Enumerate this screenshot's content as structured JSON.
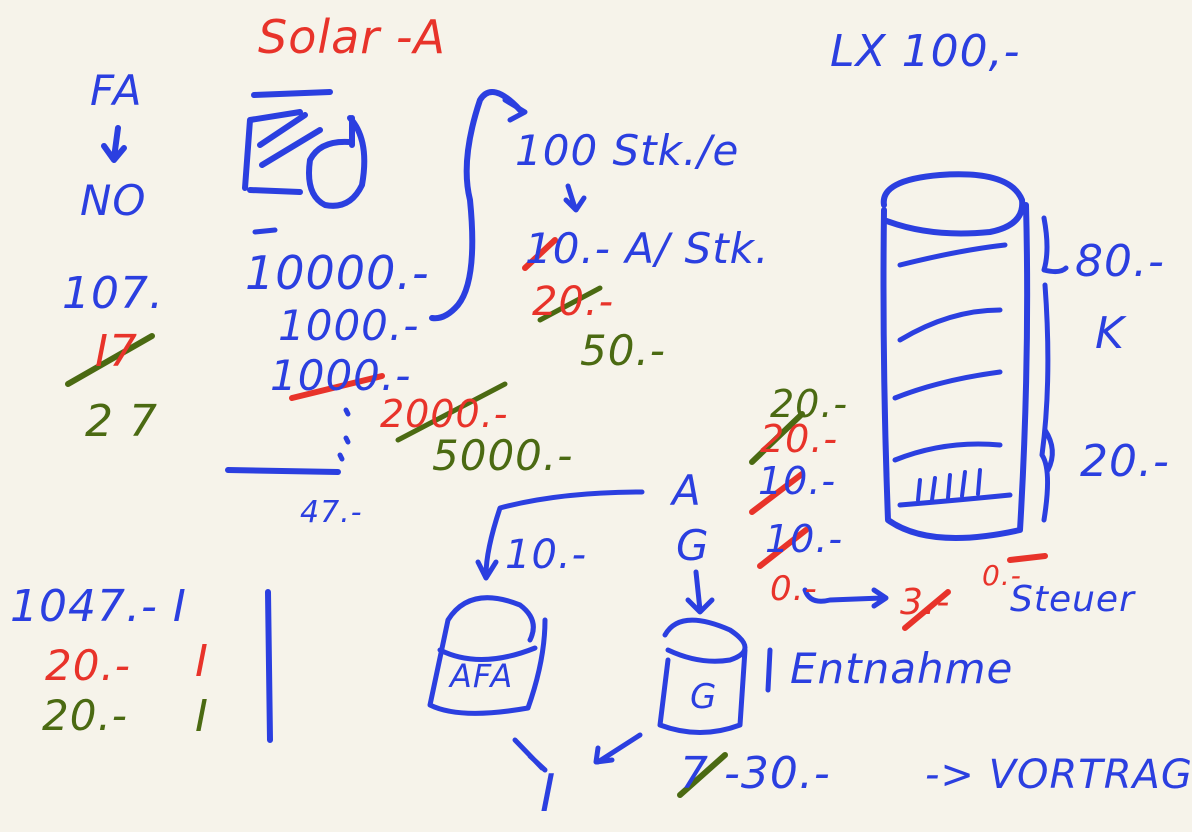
{
  "colors": {
    "background": "#f6f3ea",
    "blue": "#2b3fe0",
    "red": "#e8332a",
    "green": "#4b6a12"
  },
  "texts": {
    "solar_a": "Solar -A",
    "lx_100": "LX 100,-",
    "fa": "FA",
    "no": "NO",
    "v107": "107.",
    "i7": "I7",
    "g27": "2 7",
    "v10000": "10000.-",
    "v1000a": "1000.-",
    "v1000b": "1000.-",
    "v2000": "2000.-",
    "v5000": "5000.-",
    "v47": "47.-",
    "stk": "100 Stk./e",
    "a_stk": "10.- A/ Stk.",
    "r20": "20.-",
    "g50": "50.-",
    "v80": "80.-",
    "k": "K",
    "v20right": "20.-",
    "g20": "20.-",
    "r20b": "20.-",
    "v10a": "10.-",
    "v10b": "10.-",
    "r0": "0.-",
    "r3": "3.-",
    "r0b": "0.-",
    "steuer": "Steuer",
    "a": "A",
    "g": "G",
    "v10c": "10.-",
    "afa": "AFA",
    "gg": "G",
    "entnahme": "Entnahme",
    "v30": "7 -30.-",
    "vortrag": "-> VORTRAG",
    "i_bottom": "I",
    "b1047": "1047.- I",
    "r20i": "20.-",
    "ri": "I",
    "g20i": "20.-",
    "gi": "I"
  }
}
